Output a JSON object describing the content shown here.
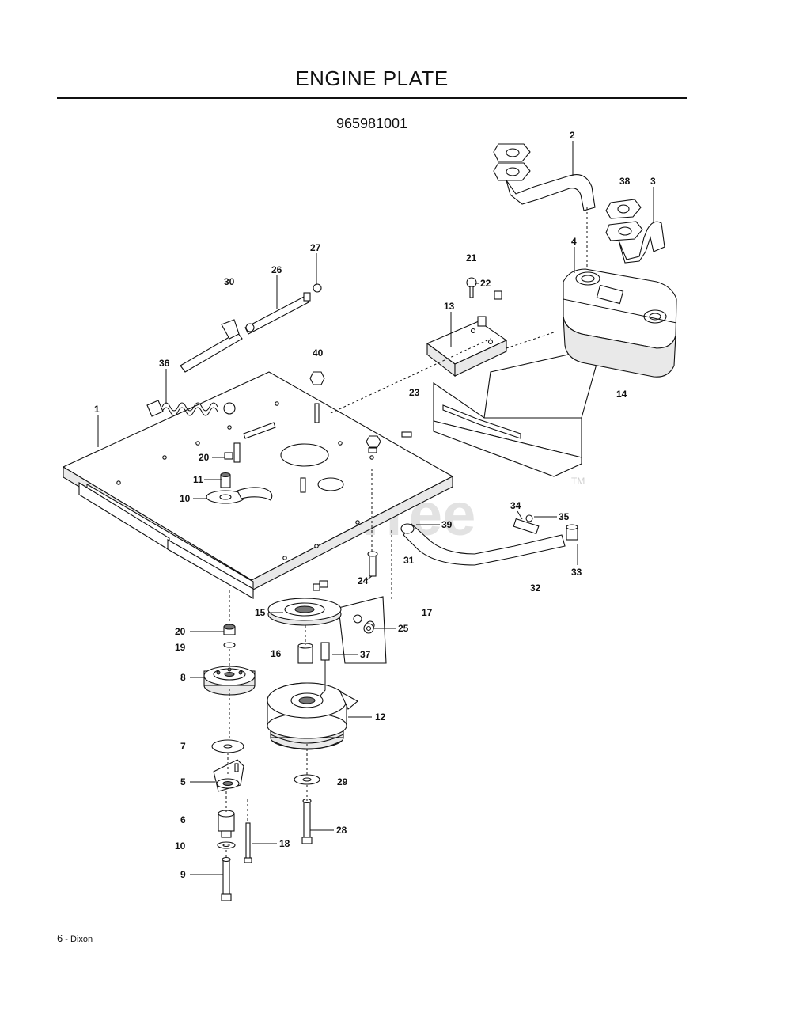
{
  "title": "ENGINE PLATE",
  "part_number": "965981001",
  "footer": {
    "page": "6",
    "separator": " - ",
    "brand": "Dixon"
  },
  "watermark": {
    "text": "PartsTree",
    "tm": "TM"
  },
  "callouts": [
    {
      "id": "c1",
      "label": "1"
    },
    {
      "id": "c2",
      "label": "2"
    },
    {
      "id": "c3",
      "label": "3"
    },
    {
      "id": "c38",
      "label": "38"
    },
    {
      "id": "c4",
      "label": "4"
    },
    {
      "id": "c27",
      "label": "27"
    },
    {
      "id": "c21",
      "label": "21"
    },
    {
      "id": "c26",
      "label": "26"
    },
    {
      "id": "c30",
      "label": "30"
    },
    {
      "id": "c22",
      "label": "22"
    },
    {
      "id": "c13",
      "label": "13"
    },
    {
      "id": "c14",
      "label": "14"
    },
    {
      "id": "c40",
      "label": "40"
    },
    {
      "id": "c36",
      "label": "36"
    },
    {
      "id": "c23",
      "label": "23"
    },
    {
      "id": "c20a",
      "label": "20"
    },
    {
      "id": "c11",
      "label": "11"
    },
    {
      "id": "c10a",
      "label": "10"
    },
    {
      "id": "c34",
      "label": "34"
    },
    {
      "id": "c35",
      "label": "35"
    },
    {
      "id": "c39",
      "label": "39"
    },
    {
      "id": "c31",
      "label": "31"
    },
    {
      "id": "c33",
      "label": "33"
    },
    {
      "id": "c24",
      "label": "24"
    },
    {
      "id": "c32",
      "label": "32"
    },
    {
      "id": "c15",
      "label": "15"
    },
    {
      "id": "c17",
      "label": "17"
    },
    {
      "id": "c25",
      "label": "25"
    },
    {
      "id": "c20b",
      "label": "20"
    },
    {
      "id": "c19",
      "label": "19"
    },
    {
      "id": "c16",
      "label": "16"
    },
    {
      "id": "c37",
      "label": "37"
    },
    {
      "id": "c8",
      "label": "8"
    },
    {
      "id": "c12",
      "label": "12"
    },
    {
      "id": "c7",
      "label": "7"
    },
    {
      "id": "c5",
      "label": "5"
    },
    {
      "id": "c29",
      "label": "29"
    },
    {
      "id": "c6",
      "label": "6"
    },
    {
      "id": "c28",
      "label": "28"
    },
    {
      "id": "c10b",
      "label": "10"
    },
    {
      "id": "c18",
      "label": "18"
    },
    {
      "id": "c9",
      "label": "9"
    }
  ]
}
